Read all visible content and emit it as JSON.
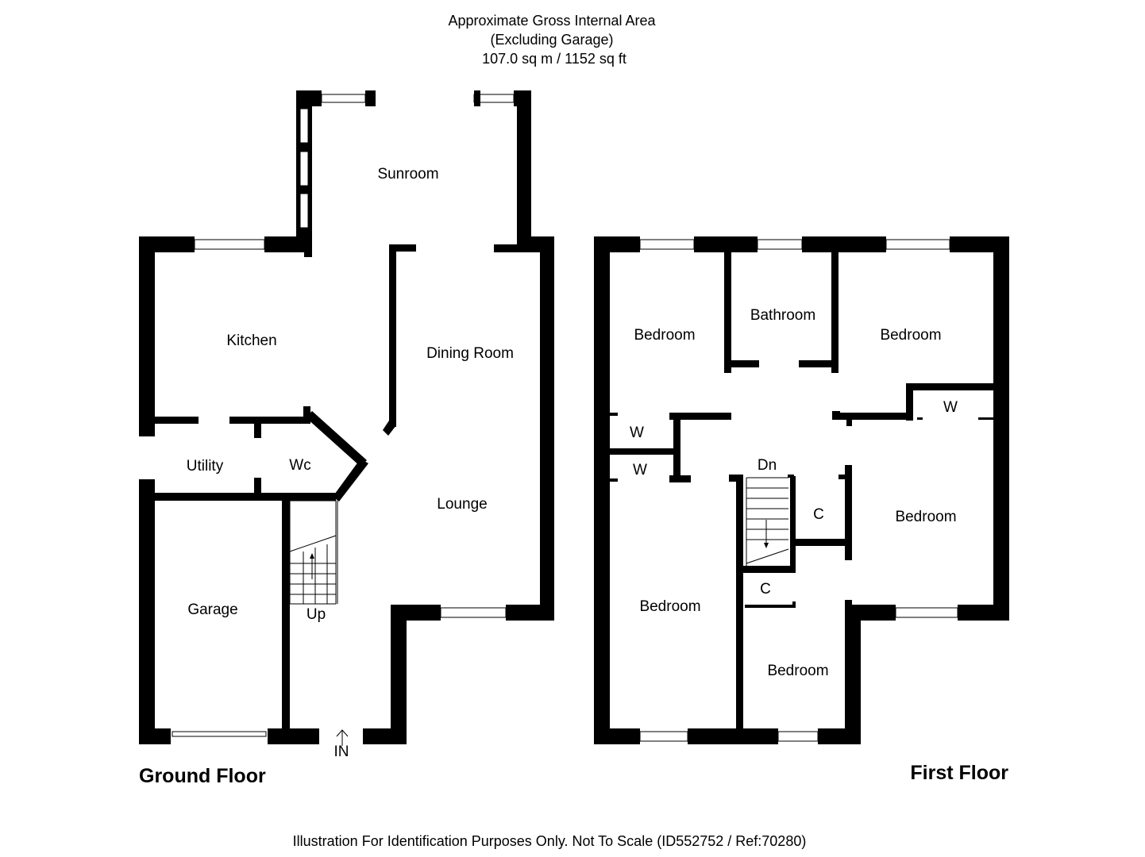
{
  "header": {
    "line1": "Approximate Gross Internal Area",
    "line2": "(Excluding Garage)",
    "line3": "107.0 sq m / 1152 sq ft"
  },
  "ground_floor": {
    "title": "Ground Floor",
    "rooms": {
      "sunroom": "Sunroom",
      "kitchen": "Kitchen",
      "dining_room": "Dining Room",
      "utility": "Utility",
      "wc": "Wc",
      "lounge": "Lounge",
      "garage": "Garage",
      "stairs_up": "Up",
      "entrance": "IN"
    }
  },
  "first_floor": {
    "title": "First Floor",
    "rooms": {
      "bedroom_top_left": "Bedroom",
      "bathroom": "Bathroom",
      "bedroom_top_right": "Bedroom",
      "wardrobe_right": "W",
      "wardrobe_upper_left": "W",
      "wardrobe_lower_left": "W",
      "stairs_down": "Dn",
      "cupboard_upper": "C",
      "bedroom_middle_right": "Bedroom",
      "cupboard_lower": "C",
      "bedroom_lower_left": "Bedroom",
      "bedroom_bottom_middle": "Bedroom"
    }
  },
  "footer": {
    "disclaimer": "Illustration For Identification Purposes Only. Not To Scale (ID552752 / Ref:70280)"
  }
}
